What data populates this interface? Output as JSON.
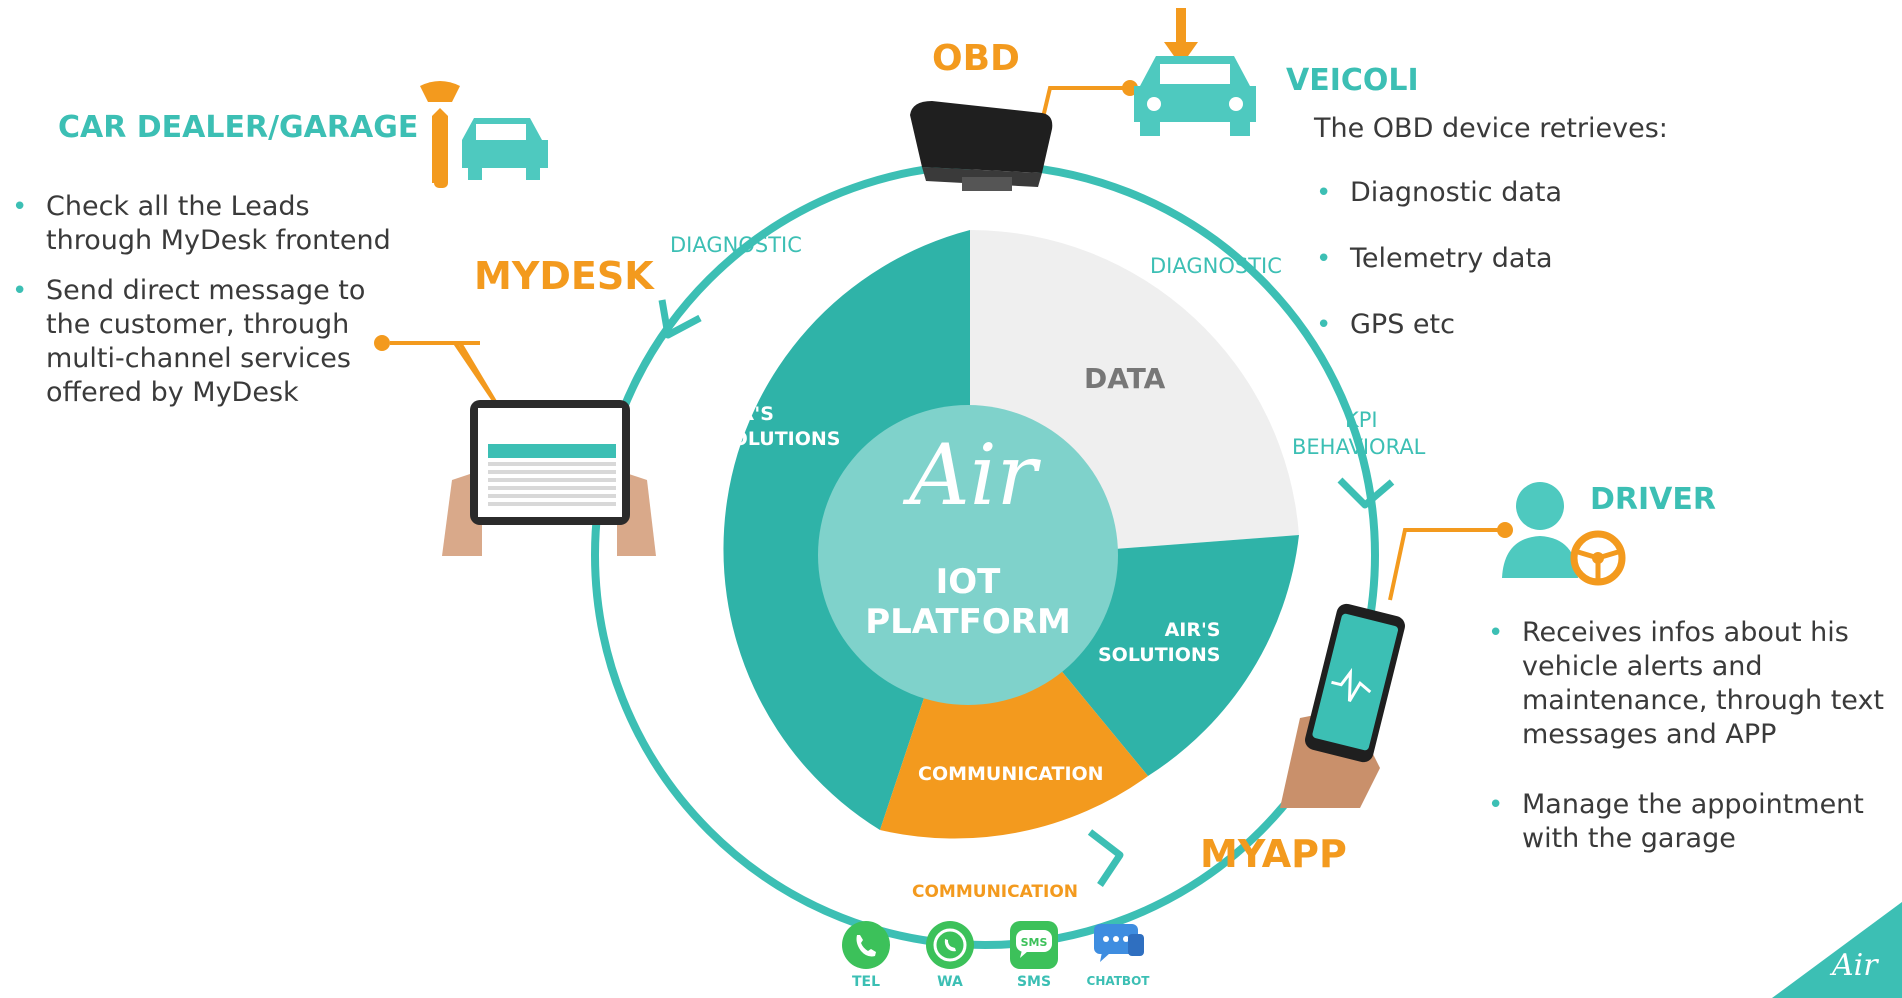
{
  "colors": {
    "teal": "#3cbfb4",
    "orange": "#f39a1e",
    "light_grey": "#f0f0f0",
    "center": "#7fd2cb"
  },
  "car_dealer": {
    "title": "CAR DEALER/GARAGE",
    "bullets": [
      "Check all the Leads through MyDesk frontend",
      "Send direct message to the customer, through multi-channel services offered by MyDesk"
    ]
  },
  "mydesk": {
    "title": "MYDESK"
  },
  "obd": {
    "title": "OBD"
  },
  "veicoli": {
    "title": "VEICOLI",
    "intro": "The OBD device retrieves:",
    "bullets": [
      "Diagnostic data",
      "Telemetry data",
      "GPS etc"
    ]
  },
  "driver": {
    "title": "DRIVER",
    "bullets": [
      "Receives infos about his vehicle alerts and maintenance, through text messages and APP",
      "Manage the appointment with the garage"
    ]
  },
  "myapp": {
    "title": "MYAPP"
  },
  "flows": {
    "diagnostic_left": "DIAGNOSTIC",
    "diagnostic_right": "DIAGNOSTIC",
    "kpi_line1": "KPI",
    "kpi_line2": "BEHAVIORAL",
    "communication": "COMMUNICATION"
  },
  "center": {
    "logo": "Air",
    "line1": "IOT",
    "line2": "PLATFORM"
  },
  "segments": {
    "solutions_left_1": "AIR'S",
    "solutions_left_2": "SOLUTIONS",
    "data": "DATA",
    "solutions_right_1": "AIR'S",
    "solutions_right_2": "SOLUTIONS",
    "communication": "COMMUNICATION"
  },
  "channels": [
    {
      "label": "TEL",
      "icon": "phone-icon"
    },
    {
      "label": "WA",
      "icon": "whatsapp-icon"
    },
    {
      "label": "SMS",
      "icon": "sms-icon"
    },
    {
      "label": "CHATBOT",
      "icon": "chatbot-icon"
    }
  ],
  "corner_logo": "Air"
}
